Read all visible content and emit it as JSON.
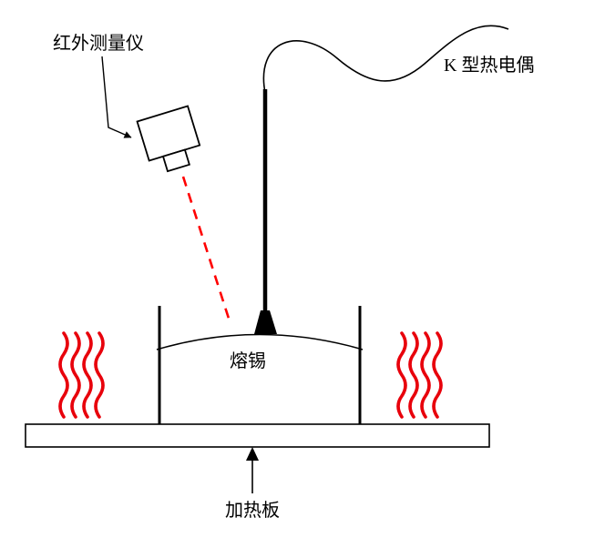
{
  "figure": {
    "title": "solder-temperature-measurement-setup",
    "labels": {
      "infrared_meter": "红外测量仪",
      "thermocouple": "K 型热电偶",
      "molten_solder": "熔锡",
      "heating_plate": "加热板"
    },
    "colors": {
      "line": "#000000",
      "heat_wave": "#e8000b",
      "laser": "#ff0000",
      "background": "#ffffff"
    }
  }
}
